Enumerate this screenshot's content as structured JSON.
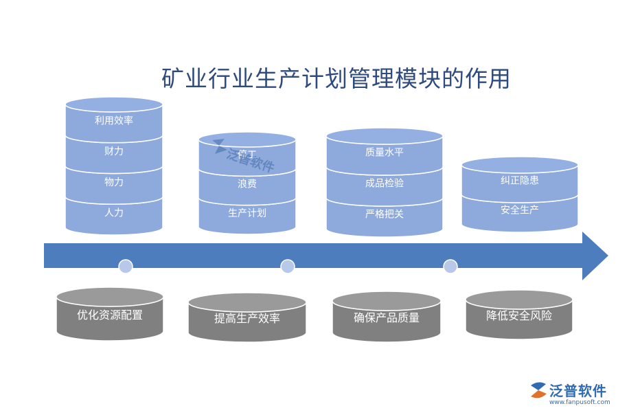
{
  "title": "矿业行业生产计划管理模块的作用",
  "colors": {
    "cylinder_blue": "#8ea9dc",
    "cylinder_blue_top": "#94b0e2",
    "cylinder_gray": "#808080",
    "cylinder_gray_top": "#9a9a9a",
    "arrow": "#4e7dbd",
    "dot": "#b7c8e8",
    "title": "#2f4a7c"
  },
  "stacks": [
    {
      "layers": [
        "利用效率",
        "财力",
        "物力",
        "人力"
      ]
    },
    {
      "layers": [
        "停工",
        "浪费",
        "生产计划"
      ]
    },
    {
      "layers": [
        "质量水平",
        "成品检验",
        "严格把关"
      ]
    },
    {
      "layers": [
        "纠正隐患",
        "安全生产"
      ]
    }
  ],
  "outcomes": [
    "优化资源配置",
    "提高生产效率",
    "确保产品质量",
    "降低安全风险"
  ],
  "watermark": {
    "name": "泛普软件"
  },
  "logo": {
    "name": "泛普软件",
    "url": "www.fanpusoft.com"
  }
}
